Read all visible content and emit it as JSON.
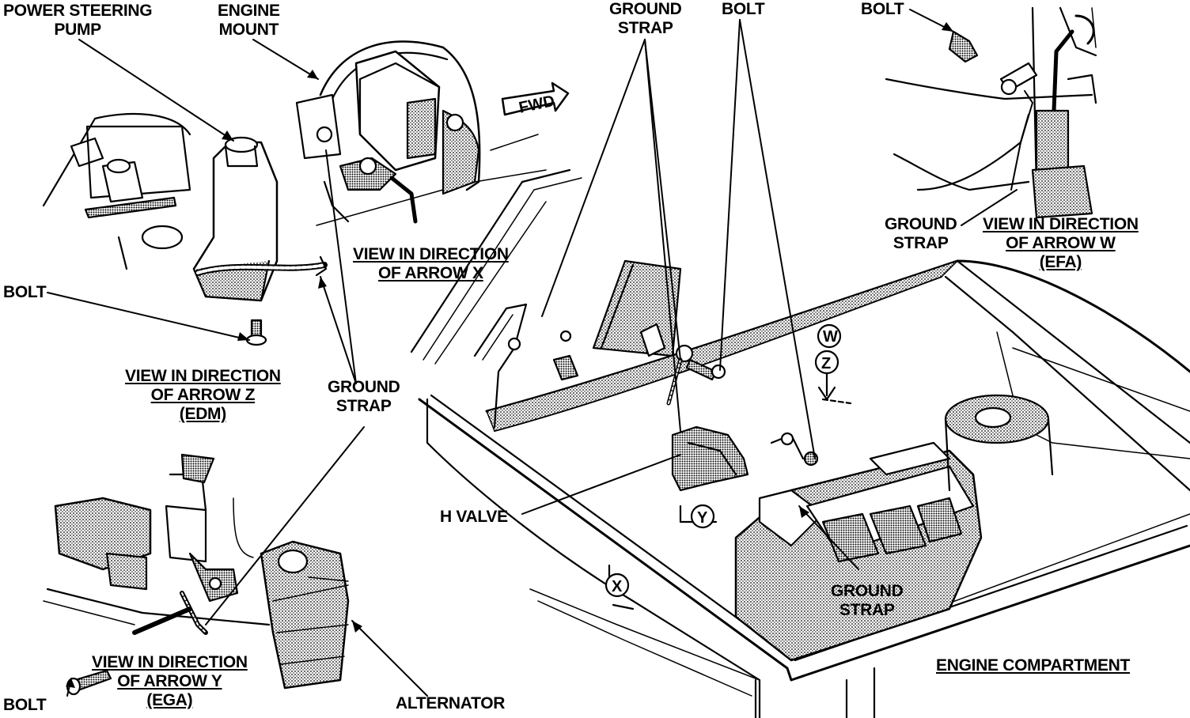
{
  "labels": {
    "power_steering_pump": [
      "POWER STEERING",
      "PUMP"
    ],
    "engine_mount": [
      "ENGINE",
      "MOUNT"
    ],
    "ground_strap_top": [
      "GROUND",
      "STRAP"
    ],
    "bolt_top": "BOLT",
    "bolt_top_right": "BOLT",
    "bolt_left": "BOLT",
    "bolt_bottom": "BOLT",
    "fwd": "FWD",
    "view_x": [
      "VIEW IN DIRECTION",
      "OF ARROW X"
    ],
    "view_z": [
      "VIEW IN DIRECTION",
      "OF ARROW Z",
      "(EDM)"
    ],
    "view_w": [
      "VIEW IN DIRECTION",
      "OF ARROW W",
      "(EFA)"
    ],
    "view_y": [
      "VIEW IN DIRECTION",
      "OF ARROW Y",
      "(EGA)"
    ],
    "ground_strap_w": [
      "GROUND",
      "STRAP"
    ],
    "ground_strap_mid": [
      "GROUND",
      "STRAP"
    ],
    "ground_strap_engine": [
      "GROUND",
      "STRAP"
    ],
    "h_valve": "H VALVE",
    "alternator": "ALTERNATOR",
    "engine_compartment": "ENGINE COMPARTMENT",
    "marker_w": "W",
    "marker_z": "Z",
    "marker_y": "Y",
    "marker_x": "X"
  }
}
